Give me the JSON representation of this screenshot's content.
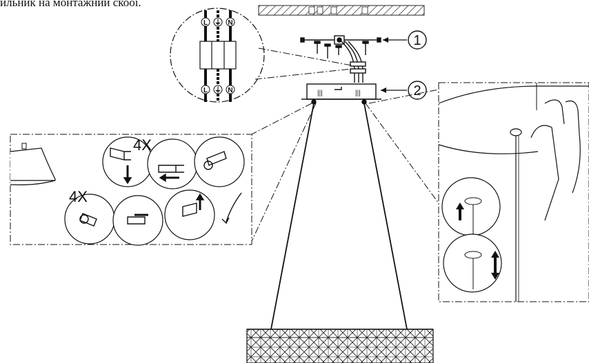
{
  "caption": "ильник на монтажний скооі.",
  "callouts": [
    "1",
    "2"
  ],
  "repeat_labels": [
    "4X",
    "4X"
  ],
  "wire_terminals": [
    "L",
    "⏚",
    "N"
  ]
}
